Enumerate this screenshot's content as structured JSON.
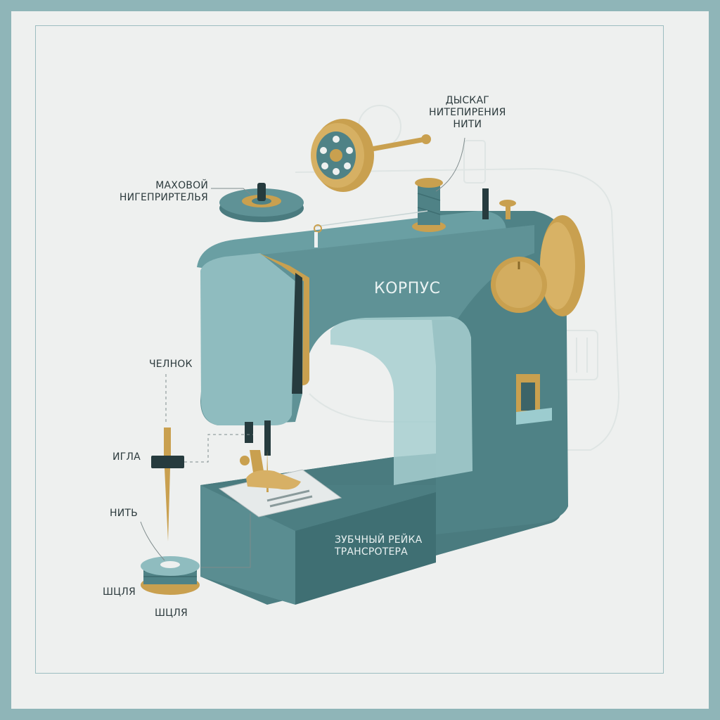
{
  "labels": {
    "handwheel_spool": [
      "ДЫСКАГ",
      "НИТЕПИРЕНИЯ",
      "НИТИ"
    ],
    "flywheel": [
      "МАХОВОЙ",
      "НИГЕПРИРТЕЛЬЯ"
    ],
    "body": "КОРПУС",
    "shuttle": "ЧЕЛНОК",
    "needle": "ИГЛА",
    "thread": "НИТЬ",
    "bobbin_left": "ШЦЛЯ",
    "bobbin_bottom": "ШЦЛЯ",
    "feed_dog": [
      "ЗУБЧНЫЙ РЕЙКА",
      "ТРАНСРОТЕРА"
    ]
  },
  "colors": {
    "frame": "#8fb5b8",
    "background": "#eef0ef",
    "machine_dark": "#4f8286",
    "machine_mid": "#5f9296",
    "machine_light": "#8fbcbf",
    "gold": "#c9a04f",
    "ink": "#2c3a3d"
  },
  "icons": [
    "sewing-machine-icon",
    "handwheel-icon",
    "spool-icon",
    "flywheel-icon",
    "needle-icon",
    "bobbin-icon",
    "presser-foot-icon"
  ]
}
